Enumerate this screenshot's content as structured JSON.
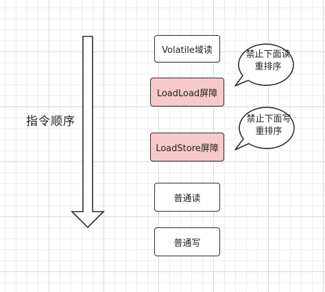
{
  "diagram": {
    "axis_label": "指令顺序",
    "nodes": [
      {
        "id": "volatile-read",
        "label": "Volatile域读",
        "style": "plain"
      },
      {
        "id": "loadload",
        "label": "LoadLoad屏障",
        "style": "barrier"
      },
      {
        "id": "loadstore",
        "label": "LoadStore屏障",
        "style": "barrier"
      },
      {
        "id": "normal-read",
        "label": "普通读",
        "style": "plain"
      },
      {
        "id": "normal-write",
        "label": "普通写",
        "style": "plain"
      }
    ],
    "callouts": [
      {
        "id": "callout-loadload",
        "line1": "禁止下面读",
        "line2": "重排序"
      },
      {
        "id": "callout-loadstore",
        "line1": "禁止下面写",
        "line2": "重排序"
      }
    ],
    "colors": {
      "barrier_fill": "#f8c9cc",
      "stroke": "#2b2b2b",
      "plain_fill": "#ffffff"
    }
  }
}
